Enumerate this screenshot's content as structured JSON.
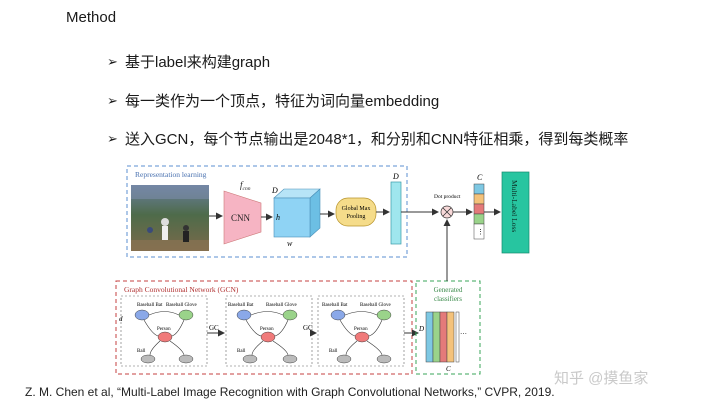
{
  "slide": {
    "title": "Method",
    "bullets": [
      "基于label来构建graph",
      "每一类作为一个顶点，特征为词向量embedding",
      "送入GCN，每个节点输出是2048*1，和分别和CNN特征相乘，得到每类概率"
    ],
    "citation": "Z. M. Chen et al, “Multi-Label Image Recognition with Graph Convolutional Networks,” CVPR, 2019.",
    "watermark": "知乎 @摸鱼家"
  },
  "diagram": {
    "rep_title": "Representation learning",
    "fcnn": "f",
    "fcnn_sub": "cnn",
    "cnn": "CNN",
    "dim_d": "D",
    "dim_h": "h",
    "dim_w": "w",
    "pool_line1": "Global Max",
    "pool_line2": "Pooling",
    "vec_d": "D",
    "dot": "Dot product",
    "c_label": "C",
    "loss": "Multi-Label Loss",
    "gcn_title": "Graph Convolutional Network (GCN)",
    "nodes": {
      "bat": "Baseball Bat",
      "glove": "Baseball Glove",
      "person": "Person",
      "ball": "Ball"
    },
    "gc": "GC",
    "d_label": "d",
    "gen_line1": "Generated",
    "gen_line2": "classifiers",
    "gen_d": "D",
    "gen_c": "C",
    "colors": {
      "cnn": "#f6b4c3",
      "cube": "#8fd3f4",
      "pool": "#f5dc8a",
      "vector": "#9fe6ee",
      "loss": "#27c5a0",
      "rep_border": "#5b8fd0",
      "gcn_border": "#c44040",
      "gen_border": "#3aa65a"
    }
  }
}
